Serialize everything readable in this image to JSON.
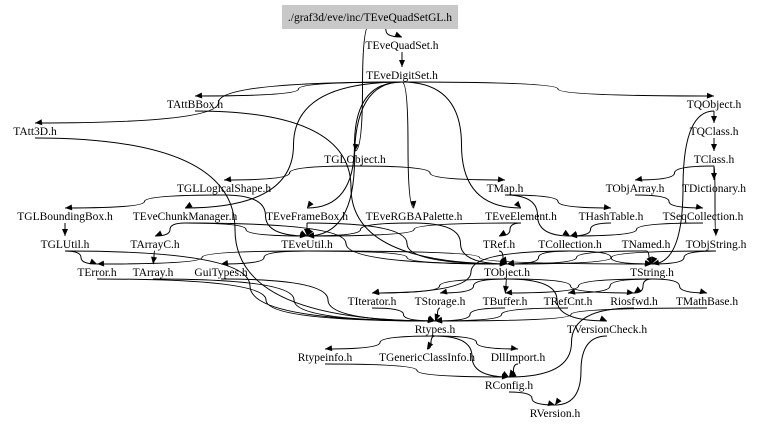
{
  "diagram": {
    "type": "include-dependency-graph",
    "root": "./graf3d/eve/inc/TEveQuadSetGL.h",
    "nodes": [
      {
        "id": "root",
        "label": "./graf3d/eve/inc/TEveQuadSetGL.h",
        "highlighted": true
      },
      {
        "id": "TEveQuadSet",
        "label": "TEveQuadSet.h"
      },
      {
        "id": "TEveDigitSet",
        "label": "TEveDigitSet.h"
      },
      {
        "id": "TAttBBox",
        "label": "TAttBBox.h"
      },
      {
        "id": "TQObject",
        "label": "TQObject.h"
      },
      {
        "id": "TAtt3D",
        "label": "TAtt3D.h"
      },
      {
        "id": "TQClass",
        "label": "TQClass.h"
      },
      {
        "id": "TGLObject",
        "label": "TGLObject.h"
      },
      {
        "id": "TClass",
        "label": "TClass.h"
      },
      {
        "id": "TGLLogicalShape",
        "label": "TGLLogicalShape.h"
      },
      {
        "id": "TMap",
        "label": "TMap.h"
      },
      {
        "id": "TObjArray",
        "label": "TObjArray.h"
      },
      {
        "id": "TDictionary",
        "label": "TDictionary.h"
      },
      {
        "id": "TGLBoundingBox",
        "label": "TGLBoundingBox.h"
      },
      {
        "id": "TEveChunkManager",
        "label": "TEveChunkManager.h"
      },
      {
        "id": "TEveFrameBox",
        "label": "TEveFrameBox.h"
      },
      {
        "id": "TEveRGBAPalette",
        "label": "TEveRGBAPalette.h"
      },
      {
        "id": "TEveElement",
        "label": "TEveElement.h"
      },
      {
        "id": "THashTable",
        "label": "THashTable.h"
      },
      {
        "id": "TSeqCollection",
        "label": "TSeqCollection.h"
      },
      {
        "id": "TGLUtil",
        "label": "TGLUtil.h"
      },
      {
        "id": "TArrayC",
        "label": "TArrayC.h"
      },
      {
        "id": "TEveUtil",
        "label": "TEveUtil.h"
      },
      {
        "id": "TRef",
        "label": "TRef.h"
      },
      {
        "id": "TCollection",
        "label": "TCollection.h"
      },
      {
        "id": "TNamed",
        "label": "TNamed.h"
      },
      {
        "id": "TObjString",
        "label": "TObjString.h"
      },
      {
        "id": "TError",
        "label": "TError.h"
      },
      {
        "id": "TArray",
        "label": "TArray.h"
      },
      {
        "id": "GuiTypes",
        "label": "GuiTypes.h"
      },
      {
        "id": "TObject",
        "label": "TObject.h"
      },
      {
        "id": "TString",
        "label": "TString.h"
      },
      {
        "id": "TIterator",
        "label": "TIterator.h"
      },
      {
        "id": "TStorage",
        "label": "TStorage.h"
      },
      {
        "id": "TBuffer",
        "label": "TBuffer.h"
      },
      {
        "id": "TRefCnt",
        "label": "TRefCnt.h"
      },
      {
        "id": "Riosfwd",
        "label": "Riosfwd.h"
      },
      {
        "id": "TMathBase",
        "label": "TMathBase.h"
      },
      {
        "id": "Rtypes",
        "label": "Rtypes.h"
      },
      {
        "id": "TVersionCheck",
        "label": "TVersionCheck.h"
      },
      {
        "id": "Rtypeinfo",
        "label": "Rtypeinfo.h"
      },
      {
        "id": "TGenericClassInfo",
        "label": "TGenericClassInfo.h"
      },
      {
        "id": "DllImport",
        "label": "DllImport.h"
      },
      {
        "id": "RConfig",
        "label": "RConfig.h"
      },
      {
        "id": "RVersion",
        "label": "RVersion.h"
      }
    ],
    "edges": [
      [
        "root",
        "TEveQuadSet"
      ],
      [
        "root",
        "TGLObject"
      ],
      [
        "TEveQuadSet",
        "TEveDigitSet"
      ],
      [
        "TEveDigitSet",
        "TAttBBox"
      ],
      [
        "TEveDigitSet",
        "TAtt3D"
      ],
      [
        "TEveDigitSet",
        "TQObject"
      ],
      [
        "TEveDigitSet",
        "TEveFrameBox"
      ],
      [
        "TEveDigitSet",
        "TEveRGBAPalette"
      ],
      [
        "TEveDigitSet",
        "TEveElement"
      ],
      [
        "TEveDigitSet",
        "TEveChunkManager"
      ],
      [
        "TEveDigitSet",
        "TEveUtil"
      ],
      [
        "TAttBBox",
        "TObject"
      ],
      [
        "TAtt3D",
        "Rtypes"
      ],
      [
        "TQObject",
        "TQClass"
      ],
      [
        "TQObject",
        "TString"
      ],
      [
        "TQClass",
        "TClass"
      ],
      [
        "TClass",
        "TObjArray"
      ],
      [
        "TClass",
        "TDictionary"
      ],
      [
        "TClass",
        "TObjString"
      ],
      [
        "TGLObject",
        "TGLLogicalShape"
      ],
      [
        "TGLObject",
        "TMap"
      ],
      [
        "TGLLogicalShape",
        "TGLBoundingBox"
      ],
      [
        "TGLLogicalShape",
        "TEveUtil"
      ],
      [
        "TMap",
        "THashTable"
      ],
      [
        "TMap",
        "TCollection"
      ],
      [
        "TObjArray",
        "TSeqCollection"
      ],
      [
        "TGLBoundingBox",
        "TGLUtil"
      ],
      [
        "TEveChunkManager",
        "TArrayC"
      ],
      [
        "TEveChunkManager",
        "TEveUtil"
      ],
      [
        "TEveChunkManager",
        "TObject"
      ],
      [
        "TEveFrameBox",
        "TEveUtil"
      ],
      [
        "TEveFrameBox",
        "TObject"
      ],
      [
        "TEveRGBAPalette",
        "TEveUtil"
      ],
      [
        "TEveRGBAPalette",
        "TObject"
      ],
      [
        "TEveElement",
        "TRef"
      ],
      [
        "TEveElement",
        "TEveUtil"
      ],
      [
        "THashTable",
        "TCollection"
      ],
      [
        "TSeqCollection",
        "TCollection"
      ],
      [
        "TGLUtil",
        "TError"
      ],
      [
        "TGLUtil",
        "Rtypes"
      ],
      [
        "TArrayC",
        "TArray"
      ],
      [
        "TEveUtil",
        "TError"
      ],
      [
        "TEveUtil",
        "GuiTypes"
      ],
      [
        "TEveUtil",
        "TObject"
      ],
      [
        "TEveUtil",
        "TString"
      ],
      [
        "TRef",
        "TObject"
      ],
      [
        "TCollection",
        "TObject"
      ],
      [
        "TCollection",
        "TIterator"
      ],
      [
        "TCollection",
        "TString"
      ],
      [
        "TNamed",
        "TObject"
      ],
      [
        "TNamed",
        "TString"
      ],
      [
        "TObjString",
        "TObject"
      ],
      [
        "TObjString",
        "TString"
      ],
      [
        "TError",
        "Rtypes"
      ],
      [
        "TArray",
        "Rtypes"
      ],
      [
        "GuiTypes",
        "Rtypes"
      ],
      [
        "TObject",
        "TStorage"
      ],
      [
        "TObject",
        "TBuffer"
      ],
      [
        "TObject",
        "TVersionCheck"
      ],
      [
        "TObject",
        "Riosfwd"
      ],
      [
        "TObject",
        "TIterator"
      ],
      [
        "TString",
        "TRefCnt"
      ],
      [
        "TString",
        "TMathBase"
      ],
      [
        "TString",
        "Riosfwd"
      ],
      [
        "TString",
        "TBuffer"
      ],
      [
        "TStorage",
        "Rtypes"
      ],
      [
        "TBuffer",
        "Rtypes"
      ],
      [
        "TRefCnt",
        "Rtypes"
      ],
      [
        "TMathBase",
        "Rtypes"
      ],
      [
        "TIterator",
        "Rtypes"
      ],
      [
        "TVersionCheck",
        "RVersion"
      ],
      [
        "Rtypes",
        "Rtypeinfo"
      ],
      [
        "Rtypes",
        "TGenericClassInfo"
      ],
      [
        "Rtypes",
        "DllImport"
      ],
      [
        "Rtypes",
        "RConfig"
      ],
      [
        "Rtypeinfo",
        "RConfig"
      ],
      [
        "DllImport",
        "RConfig"
      ],
      [
        "Riosfwd",
        "RConfig"
      ],
      [
        "RConfig",
        "RVersion"
      ]
    ]
  }
}
